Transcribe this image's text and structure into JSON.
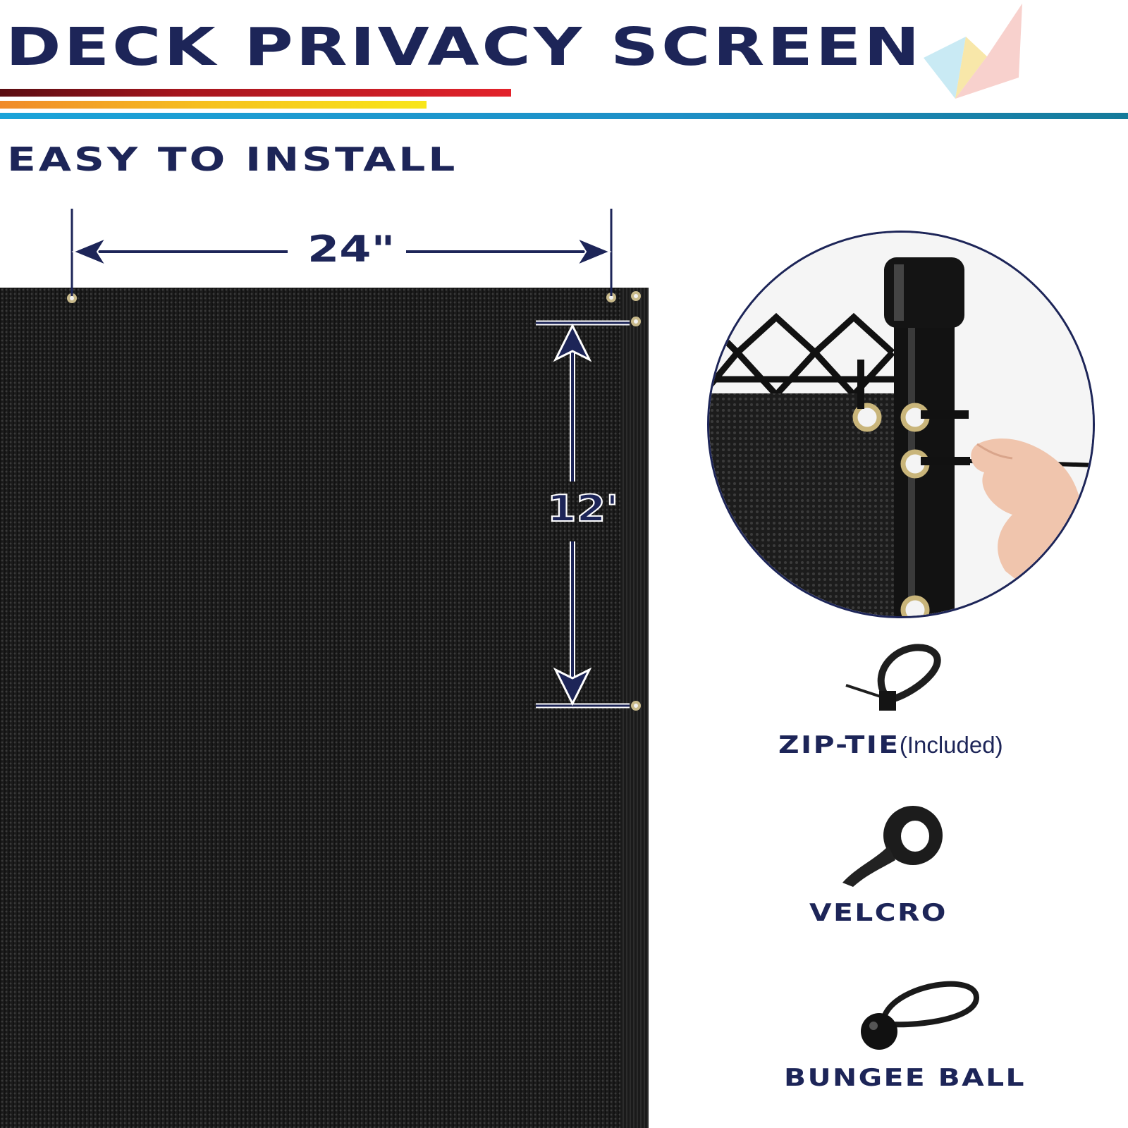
{
  "header": {
    "title": "DECK PRIVACY SCREEN",
    "subtitle": "EASY TO INSTALL"
  },
  "dimensions": {
    "width_label": "24\"",
    "height_label": "12'"
  },
  "accessories": [
    {
      "name": "ZIP-TIE",
      "note": "(Included)",
      "icon": "zip-tie-icon"
    },
    {
      "name": "VELCRO",
      "note": "",
      "icon": "velcro-icon"
    },
    {
      "name": "BUNGEE BALL",
      "note": "",
      "icon": "bungee-ball-icon"
    }
  ],
  "colors": {
    "navy": "#1d2558",
    "stripe_dark_red": "#6b0f14",
    "stripe_red": "#e3222b",
    "stripe_orange": "#f2a12b",
    "stripe_yellow": "#f6e019",
    "stripe_blue": "#1aa3d9",
    "screen_black": "#1b1b1b"
  }
}
